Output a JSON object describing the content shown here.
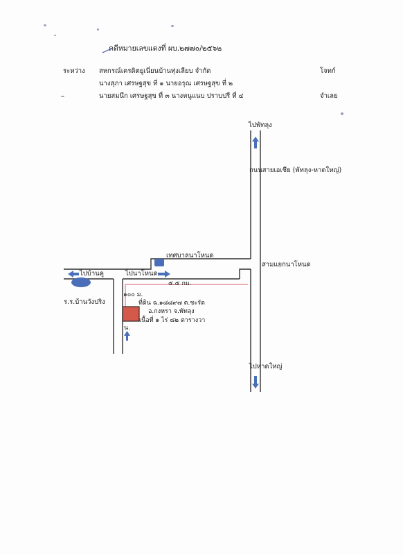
{
  "header": {
    "case_no": "คดีหมายเลขแดงที่ ผบ.๒๗๗๐/๒๕๖๒",
    "between_label": "ระหว่าง",
    "plaintiff": "สหกรณ์เครดิตยูเนี่ยนบ้านทุ่งเลียบ  จำกัด",
    "plaintiff_role": "โจทก์",
    "defendants_line1": "นางสุภา  เศรษฐสุข  ที่ ๑   นายอรุณ   เศรษฐสุข   ที่ ๒",
    "defendants_line2": "นายสมนึก  เศรษฐสุข  ที่ ๓  นางหนูแนบ  ปราบปรี  ที่ ๔",
    "defendant_role": "จำเลย"
  },
  "map": {
    "to_phatthalung": "ไปพัทลุง",
    "asia_highway": "ถนนสายเอเชีย (พัทลุง-หาดใหญ่)",
    "municipality": "เทศบาลนาโหนด",
    "junction": "สามแยกนาโหนด",
    "to_ban_khu": "ไปบ้านคู",
    "to_na_mon": "ไปนาโหนด",
    "distance_km": "๕.๕ กม.",
    "distance_m": "๑๐๐ ม.",
    "school": "ร.ร.บ้านวังปริง",
    "land_line1": "ที่ดิน ฉ.๑๘๘๙๗ ต.ชะรัด",
    "land_line2": "อ.กงหรา  จ.พัทลุง",
    "land_line3": "เนื้อที่  ๑ ไร่ ๘๒ ตารางวา",
    "north": "น.",
    "to_hat_yai": "ไปหาดใหญ่"
  },
  "colors": {
    "road": "#303030",
    "arrow_blue": "#4a6fb8",
    "land_fill": "#d5594a",
    "distance_line": "#e05a6a"
  }
}
